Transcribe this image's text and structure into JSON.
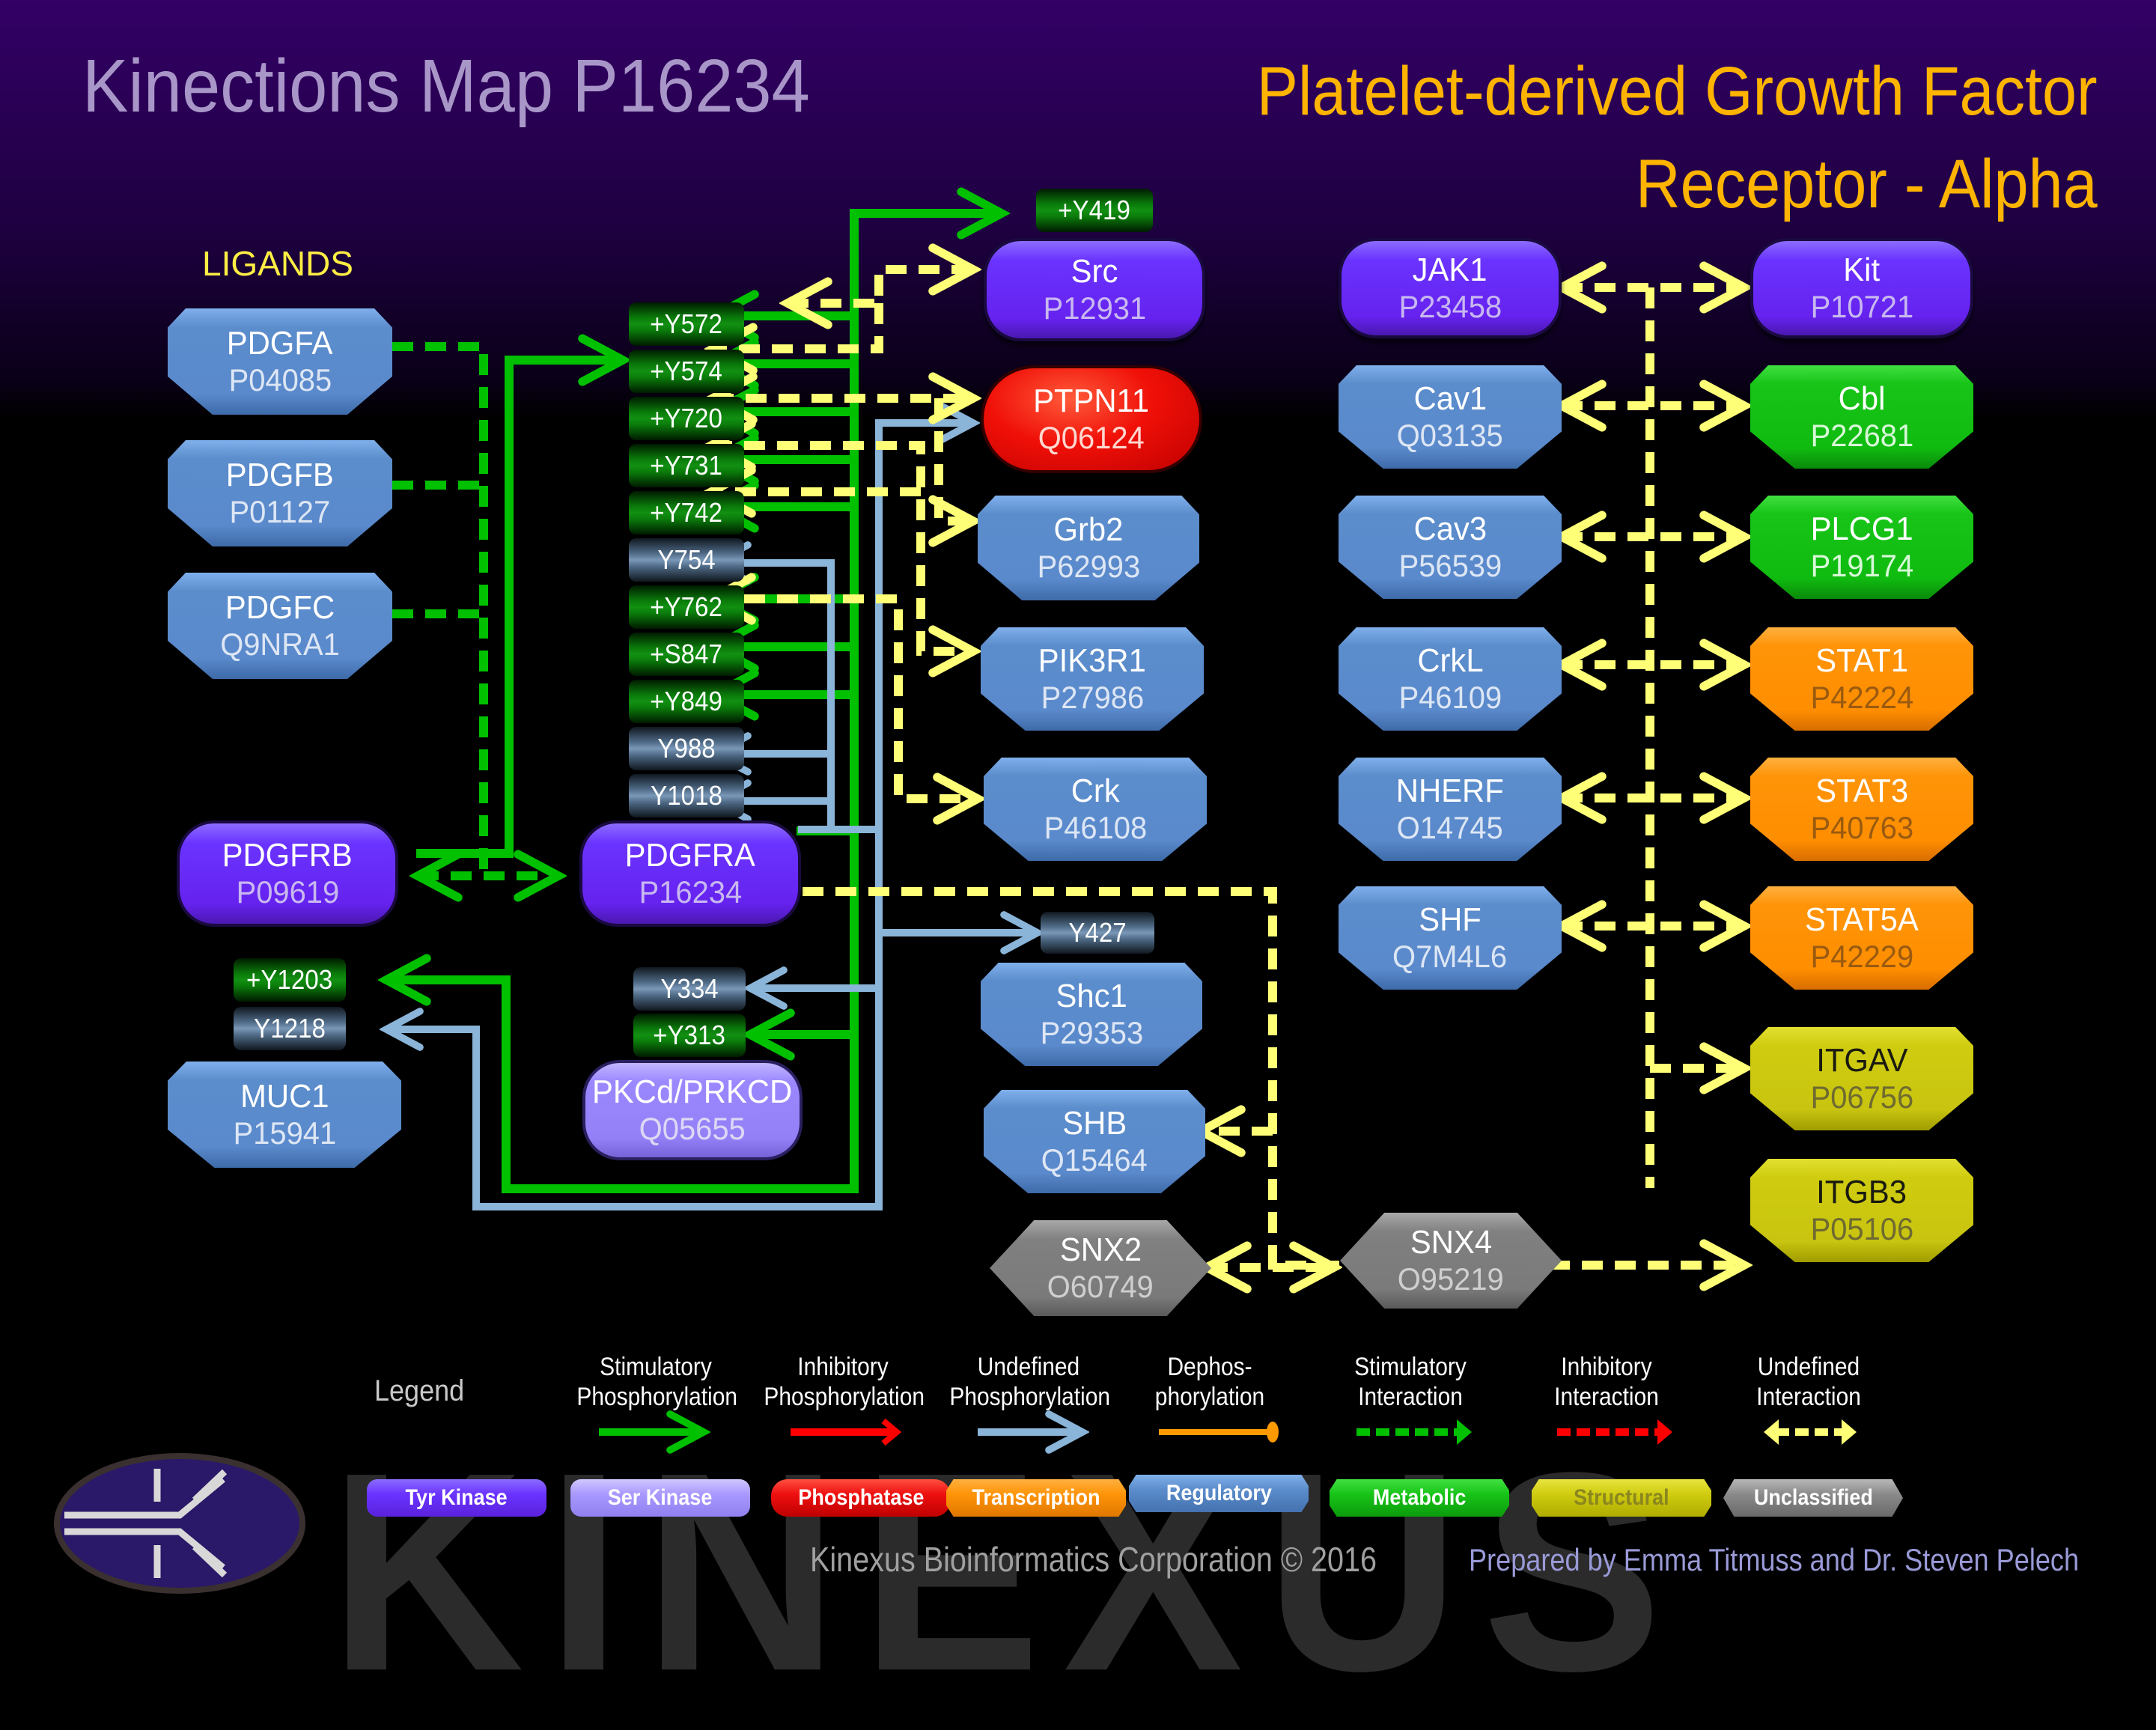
{
  "header": {
    "title": "Kinections Map P16234",
    "protein_name_line1": "Platelet-derived Growth Factor",
    "protein_name_line2": "Receptor - Alpha"
  },
  "sections": {
    "ligands_label": "LIGANDS"
  },
  "colors": {
    "tyr_kinase": "#6a33ff",
    "ser_kinase": "#9a88ff",
    "phosphatase": "#f01008",
    "transcription": "#ff9408",
    "regulatory": "#5b8ccb",
    "metabolic": "#18c418",
    "structural": "#cfcc10",
    "unclassified": "#808080",
    "stimulatory_phosphorylation": "#00c000",
    "inhibitory_phosphorylation": "#ff0000",
    "undefined_phosphorylation": "#8ab4d8",
    "dephosphorylation": "#ff9900",
    "undefined_interaction": "#ffff77"
  },
  "nodes": {
    "pdgfa": {
      "name": "PDGFA",
      "id": "P04085",
      "type": "regulatory"
    },
    "pdgfb": {
      "name": "PDGFB",
      "id": "P01127",
      "type": "regulatory"
    },
    "pdgfc": {
      "name": "PDGFC",
      "id": "Q9NRA1",
      "type": "regulatory"
    },
    "pdgfrb": {
      "name": "PDGFRB",
      "id": "P09619",
      "type": "tyr_kinase"
    },
    "pdgfra": {
      "name": "PDGFRA",
      "id": "P16234",
      "type": "tyr_kinase"
    },
    "muc1": {
      "name": "MUC1",
      "id": "P15941",
      "type": "regulatory"
    },
    "prkcd": {
      "name": "PKCd/PRKCD",
      "id": "Q05655",
      "type": "ser_kinase"
    },
    "src": {
      "name": "Src",
      "id": "P12931",
      "type": "tyr_kinase"
    },
    "ptpn11": {
      "name": "PTPN11",
      "id": "Q06124",
      "type": "phosphatase"
    },
    "grb2": {
      "name": "Grb2",
      "id": "P62993",
      "type": "regulatory"
    },
    "pik3r1": {
      "name": "PIK3R1",
      "id": "P27986",
      "type": "regulatory"
    },
    "crk": {
      "name": "Crk",
      "id": "P46108",
      "type": "regulatory"
    },
    "shc1": {
      "name": "Shc1",
      "id": "P29353",
      "type": "regulatory"
    },
    "shb": {
      "name": "SHB",
      "id": "Q15464",
      "type": "regulatory"
    },
    "snx2": {
      "name": "SNX2",
      "id": "O60749",
      "type": "unclassified"
    },
    "snx4": {
      "name": "SNX4",
      "id": "O95219",
      "type": "unclassified"
    },
    "jak1": {
      "name": "JAK1",
      "id": "P23458",
      "type": "tyr_kinase"
    },
    "cav1": {
      "name": "Cav1",
      "id": "Q03135",
      "type": "regulatory"
    },
    "cav3": {
      "name": "Cav3",
      "id": "P56539",
      "type": "regulatory"
    },
    "crkl": {
      "name": "CrkL",
      "id": "P46109",
      "type": "regulatory"
    },
    "nherf": {
      "name": "NHERF",
      "id": "O14745",
      "type": "regulatory"
    },
    "shf": {
      "name": "SHF",
      "id": "Q7M4L6",
      "type": "regulatory"
    },
    "kit": {
      "name": "Kit",
      "id": "P10721",
      "type": "tyr_kinase"
    },
    "cbl": {
      "name": "Cbl",
      "id": "P22681",
      "type": "metabolic"
    },
    "plcg1": {
      "name": "PLCG1",
      "id": "P19174",
      "type": "metabolic"
    },
    "stat1": {
      "name": "STAT1",
      "id": "P42224",
      "type": "transcription"
    },
    "stat3": {
      "name": "STAT3",
      "id": "P40763",
      "type": "transcription"
    },
    "stat5a": {
      "name": "STAT5A",
      "id": "P42229",
      "type": "transcription"
    },
    "itgav": {
      "name": "ITGAV",
      "id": "P06756",
      "type": "structural"
    },
    "itgb3": {
      "name": "ITGB3",
      "id": "P05106",
      "type": "structural"
    }
  },
  "sites": {
    "pdgfra": [
      {
        "label": "+Y572",
        "effect": "stimulatory"
      },
      {
        "label": "+Y574",
        "effect": "stimulatory"
      },
      {
        "label": "+Y720",
        "effect": "stimulatory"
      },
      {
        "label": "+Y731",
        "effect": "stimulatory"
      },
      {
        "label": "+Y742",
        "effect": "stimulatory"
      },
      {
        "label": "Y754",
        "effect": "undefined"
      },
      {
        "label": "+Y762",
        "effect": "stimulatory"
      },
      {
        "label": "+S847",
        "effect": "stimulatory"
      },
      {
        "label": "+Y849",
        "effect": "stimulatory"
      },
      {
        "label": "Y988",
        "effect": "undefined"
      },
      {
        "label": "Y1018",
        "effect": "undefined"
      }
    ],
    "src_y419": {
      "label": "+Y419",
      "effect": "stimulatory"
    },
    "shc1_y427": {
      "label": "Y427",
      "effect": "undefined"
    },
    "muc1_y1203": {
      "label": "+Y1203",
      "effect": "stimulatory"
    },
    "muc1_y1218": {
      "label": "Y1218",
      "effect": "undefined"
    },
    "prkcd_y334": {
      "label": "Y334",
      "effect": "undefined"
    },
    "prkcd_y313": {
      "label": "+Y313",
      "effect": "stimulatory"
    }
  },
  "legend": {
    "title": "Legend",
    "edge_types": [
      {
        "line1": "Stimulatory",
        "line2": "Phosphorylation"
      },
      {
        "line1": "Inhibitory",
        "line2": "Phosphorylation"
      },
      {
        "line1": "Undefined",
        "line2": "Phosphorylation"
      },
      {
        "line1": "Dephos-",
        "line2": "phorylation"
      },
      {
        "line1": "Stimulatory",
        "line2": "Interaction"
      },
      {
        "line1": "Inhibitory",
        "line2": "Interaction"
      },
      {
        "line1": "Undefined",
        "line2": "Interaction"
      }
    ],
    "node_types": [
      "Tyr Kinase",
      "Ser Kinase",
      "Phosphatase",
      "Transcription",
      "Regulatory",
      "Metabolic",
      "Structural",
      "Unclassified"
    ]
  },
  "footer": {
    "watermark": "KINEXUS",
    "copyright": "Kinexus Bioinformatics Corporation © 2016",
    "prepared_by": "Prepared by Emma Titmuss and Dr. Steven Pelech"
  }
}
